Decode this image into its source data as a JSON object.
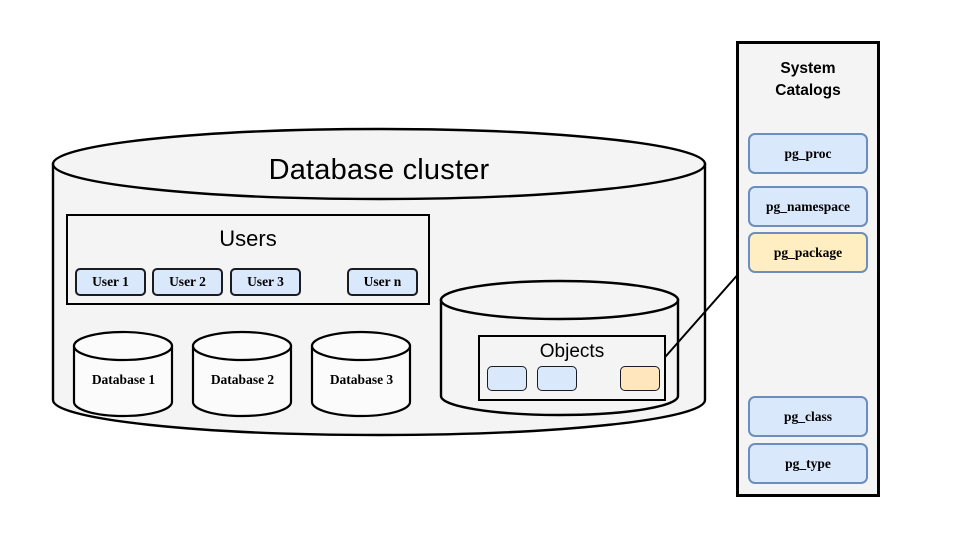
{
  "diagram": {
    "title": "Database cluster",
    "cluster": {
      "label": "Database cluster",
      "users_group": {
        "label": "Users",
        "items": [
          {
            "label": "User 1",
            "color": "#dae8fc"
          },
          {
            "label": "User 2",
            "color": "#dae8fc"
          },
          {
            "label": "User 3",
            "color": "#dae8fc"
          },
          {
            "label": "User n",
            "color": "#dae8fc"
          }
        ]
      },
      "databases": [
        {
          "label": "Database 1"
        },
        {
          "label": "Database 2"
        },
        {
          "label": "Database 3"
        }
      ],
      "objects_cylinder": {
        "group_label": "Objects",
        "items": [
          {
            "label": "",
            "color": "#dae8fc"
          },
          {
            "label": "",
            "color": "#dae8fc"
          },
          {
            "label": "",
            "color": "#ffe6bd"
          }
        ]
      }
    },
    "system_catalogs": {
      "title_line1": "System",
      "title_line2": "Catalogs",
      "items": [
        {
          "label": "pg_proc",
          "color": "#dae8fc"
        },
        {
          "label": "pg_namespace",
          "color": "#dae8fc"
        },
        {
          "label": "pg_package",
          "color": "#ffeec2"
        },
        {
          "label": "pg_class",
          "color": "#dae8fc"
        },
        {
          "label": "pg_type",
          "color": "#dae8fc"
        }
      ]
    },
    "connector": {
      "from": "objects-item-3",
      "to": "catalog-pg_package",
      "style": "arrow"
    },
    "colors": {
      "fill_blue": "#dae8fc",
      "fill_yellow": "#ffeec2",
      "stroke_blue": "#6c8ebf",
      "stroke_black": "#000000",
      "panel_bg": "#f4f4f4"
    }
  }
}
